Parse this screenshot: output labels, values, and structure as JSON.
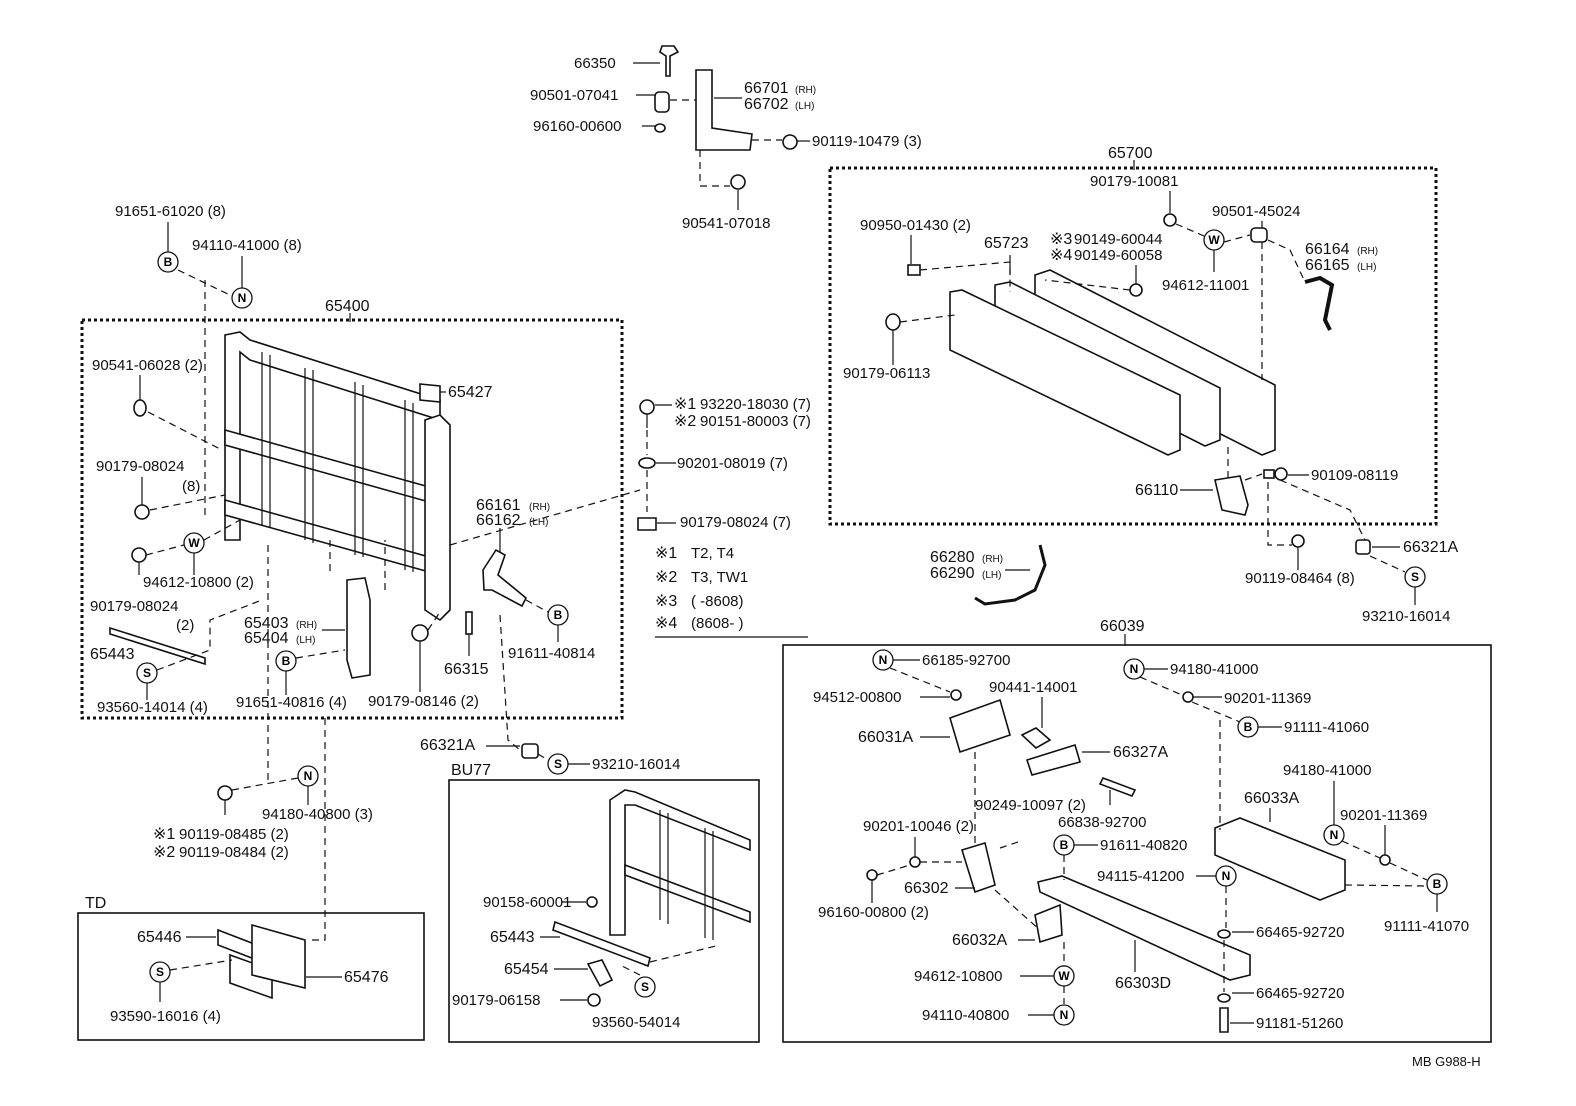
{
  "diagram": {
    "footer_code": "MB G988-H",
    "groups": {
      "rear_frame": "65400",
      "tail_gate": "65700",
      "gate_hinge": "66039",
      "td_label": "TD",
      "bu77_label": "BU77"
    },
    "notes": [
      {
        "mark": "※1",
        "text": "T2, T4"
      },
      {
        "mark": "※2",
        "text": "T3, TW1"
      },
      {
        "mark": "※3",
        "text": "(        -8608)"
      },
      {
        "mark": "※4",
        "text": "(8608-        )"
      }
    ],
    "labels": {
      "p66350": "66350",
      "p9050107041": "90501-07041",
      "p9616000600": "96160-00600",
      "p66701": "66701",
      "p66702": "66702",
      "p9011910479": "90119-10479 (3)",
      "p9054107018": "90541-07018",
      "p9165161020": "91651-61020 (8)",
      "p9411041000": "94110-41000 (8)",
      "p9054106028": "90541-06028 (2)",
      "p65427": "65427",
      "p9017908024a": "90179-08024",
      "p9017908024a2": "(8)",
      "p9461210800": "94612-10800 (2)",
      "p9017908024b": "90179-08024",
      "p9017908024b2": "(2)",
      "p65443": "65443",
      "p9356014014": "93560-14014 (4)",
      "p65403": "65403",
      "p65404": "65404",
      "p9165140816": "91651-40816 (4)",
      "p9017908146": "90179-08146 (2)",
      "p66315": "66315",
      "p66161": "66161",
      "p66162": "66162",
      "p9161140814": "91611-40814",
      "p9322018030": "93220-18030 (7)",
      "p9015180003": "90151-80003 (7)",
      "p9020108019": "90201-08019 (7)",
      "p9017908024c": "90179-08024 (7)",
      "p9095001430": "90950-01430 (2)",
      "p65723": "65723",
      "p9017910081": "90179-10081",
      "p9014960044": "90149-60044",
      "p9014960058": "90149-60058",
      "p9050145024": "90501-45024",
      "p9461211001": "94612-11001",
      "p66164": "66164",
      "p66165": "66165",
      "p9017906113": "90179-06113",
      "p66110": "66110",
      "p9010908119": "90109-08119",
      "p9011908464": "90119-08464 (8)",
      "p66321Aa": "66321A",
      "p9321016014a": "93210-16014",
      "p66280": "66280",
      "p66290": "66290",
      "p66321Ab": "66321A",
      "p9321016014b": "93210-16014",
      "p9418040800": "94180-40800 (3)",
      "p9011908485": "90119-08485 (2)",
      "p9011908484": "90119-08484 (2)",
      "p65446": "65446",
      "p65476": "65476",
      "p9359016016": "93590-16016 (4)",
      "p9015860001": "90158-60001",
      "p65443b": "65443",
      "p65454": "65454",
      "p9017906158": "90179-06158",
      "p9356054014": "93560-54014",
      "p6618592700": "66185-92700",
      "p9451200800": "94512-00800",
      "p9044114001": "90441-14001",
      "p66031A": "66031A",
      "p66327A": "66327A",
      "p9024910097": "90249-10097 (2)",
      "p6683892700": "66838-92700",
      "p9020110046": "90201-10046 (2)",
      "p66302": "66302",
      "p9616000800": "96160-00800 (2)",
      "p66032A": "66032A",
      "p9461210800b": "94612-10800",
      "p9411040800": "94110-40800",
      "p9418041000a": "94180-41000",
      "p9020111369a": "90201-11369",
      "p9111141060": "91111-41060",
      "p9418041000b": "94180-41000",
      "p66033A": "66033A",
      "p9020111369b": "90201-11369",
      "p9161140820": "91611-40820",
      "p9411541200": "94115-41200",
      "p6646592720a": "66465-92720",
      "p6646592720b": "66465-92720",
      "p9111141070": "91111-41070",
      "p66303D": "66303D",
      "p9118151260": "91181-51260"
    },
    "suffix_rh": "(RH)",
    "suffix_lh": "(LH)",
    "mark1": "※1",
    "mark2": "※2",
    "mark3": "※3",
    "mark4": "※4",
    "sym_b": "B",
    "sym_n": "N",
    "sym_s": "S",
    "sym_w": "W"
  }
}
